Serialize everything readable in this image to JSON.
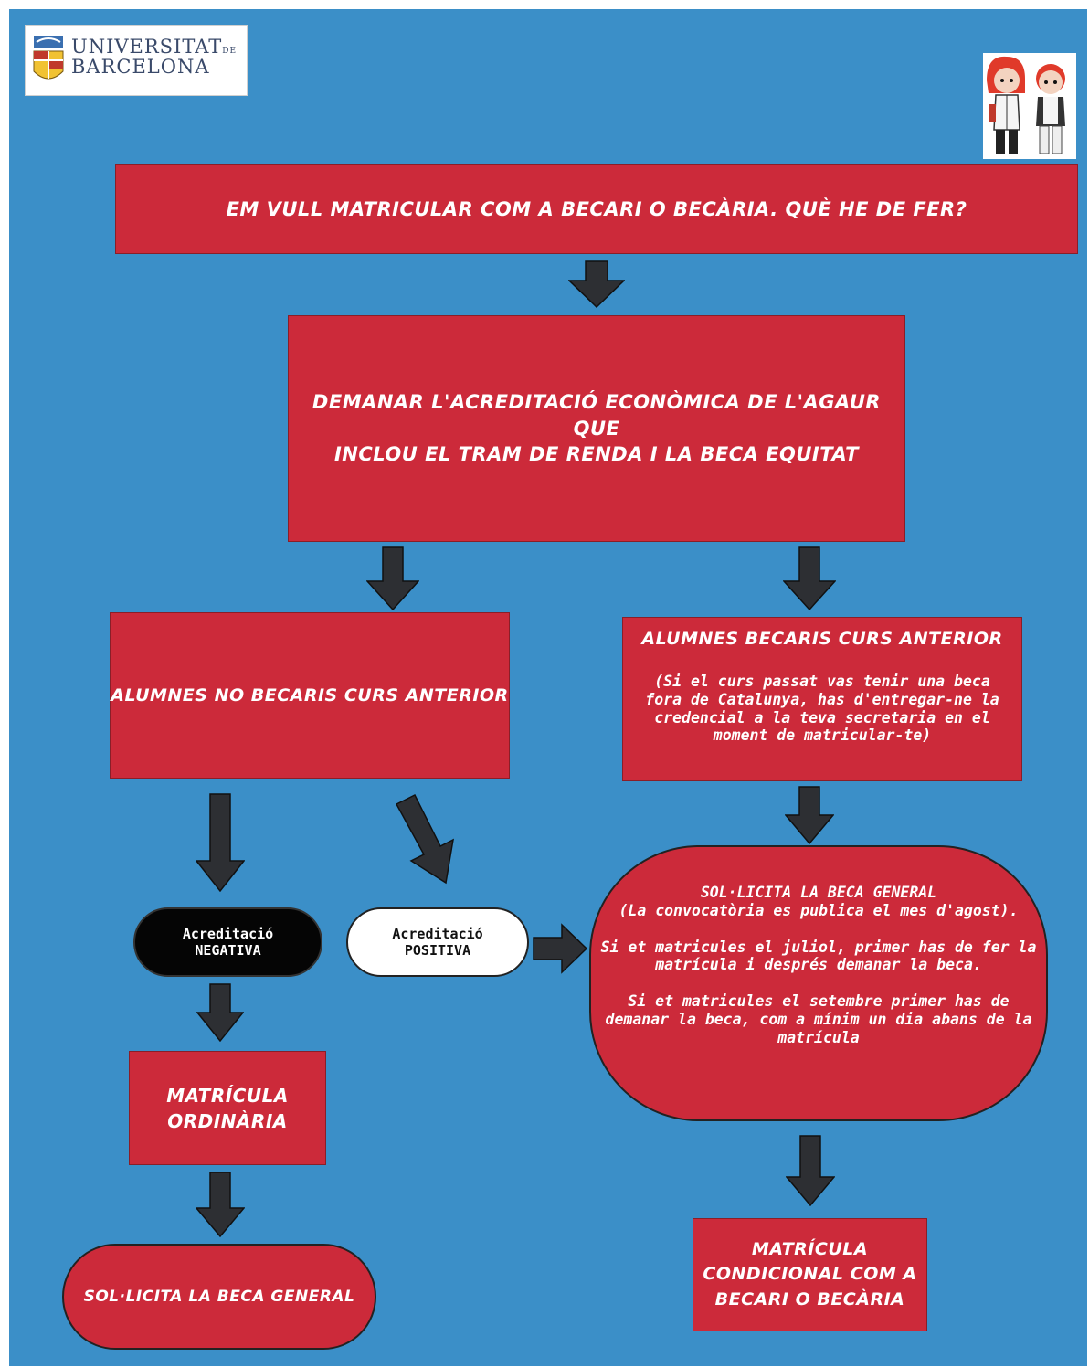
{
  "logo": {
    "name_line1": "UNIVERSITAT",
    "name_small": "DE",
    "name_line2": "BARCELONA"
  },
  "nodes": {
    "title": "EM VULL MATRICULAR COM A BECARI O BECÀRIA. QUÈ HE DE FER?",
    "acreditacio": "DEMANAR L'ACREDITACIÓ ECONÒMICA DE L'AGAUR QUE\nINCLOU EL TRAM DE RENDA I LA BECA EQUITAT",
    "no_becaris": "ALUMNES NO BECARIS CURS ANTERIOR",
    "becaris_title": "ALUMNES BECARIS CURS ANTERIOR",
    "becaris_note": "(Si el curs passat vas tenir una beca fora de Catalunya, has d'entregar-ne la credencial a la teva secretaria en el moment  de matricular-te)",
    "negativa_line1": "Acreditació",
    "negativa_line2": "NEGATIVA",
    "positiva_line1": "Acreditació",
    "positiva_line2": "POSITIVA",
    "beca_general_title": "SOL·LICITA LA BECA GENERAL",
    "beca_general_p1": "(La convocatòria es publica el mes d'agost).",
    "beca_general_p2": "Si et matricules el juliol, primer has de fer la matrícula i després demanar la beca.",
    "beca_general_p3": "Si et matricules el setembre primer has de demanar la beca, com a mínim un dia abans de la matrícula",
    "ordinaria": "MATRÍCULA\nORDINÀRIA",
    "sollicita_final": "SOL·LICITA LA BECA GENERAL",
    "condicional": "MATRÍCULA\nCONDICIONAL COM A\nBECARI O BECÀRIA"
  },
  "colors": {
    "background": "#3b8fc8",
    "box_red": "#cc2a3a",
    "arrow_dark": "#2d2f33",
    "text_white": "#ffffff"
  },
  "icons": {
    "logo": "university-shield-icon",
    "illustration": "two-students-illustration"
  }
}
